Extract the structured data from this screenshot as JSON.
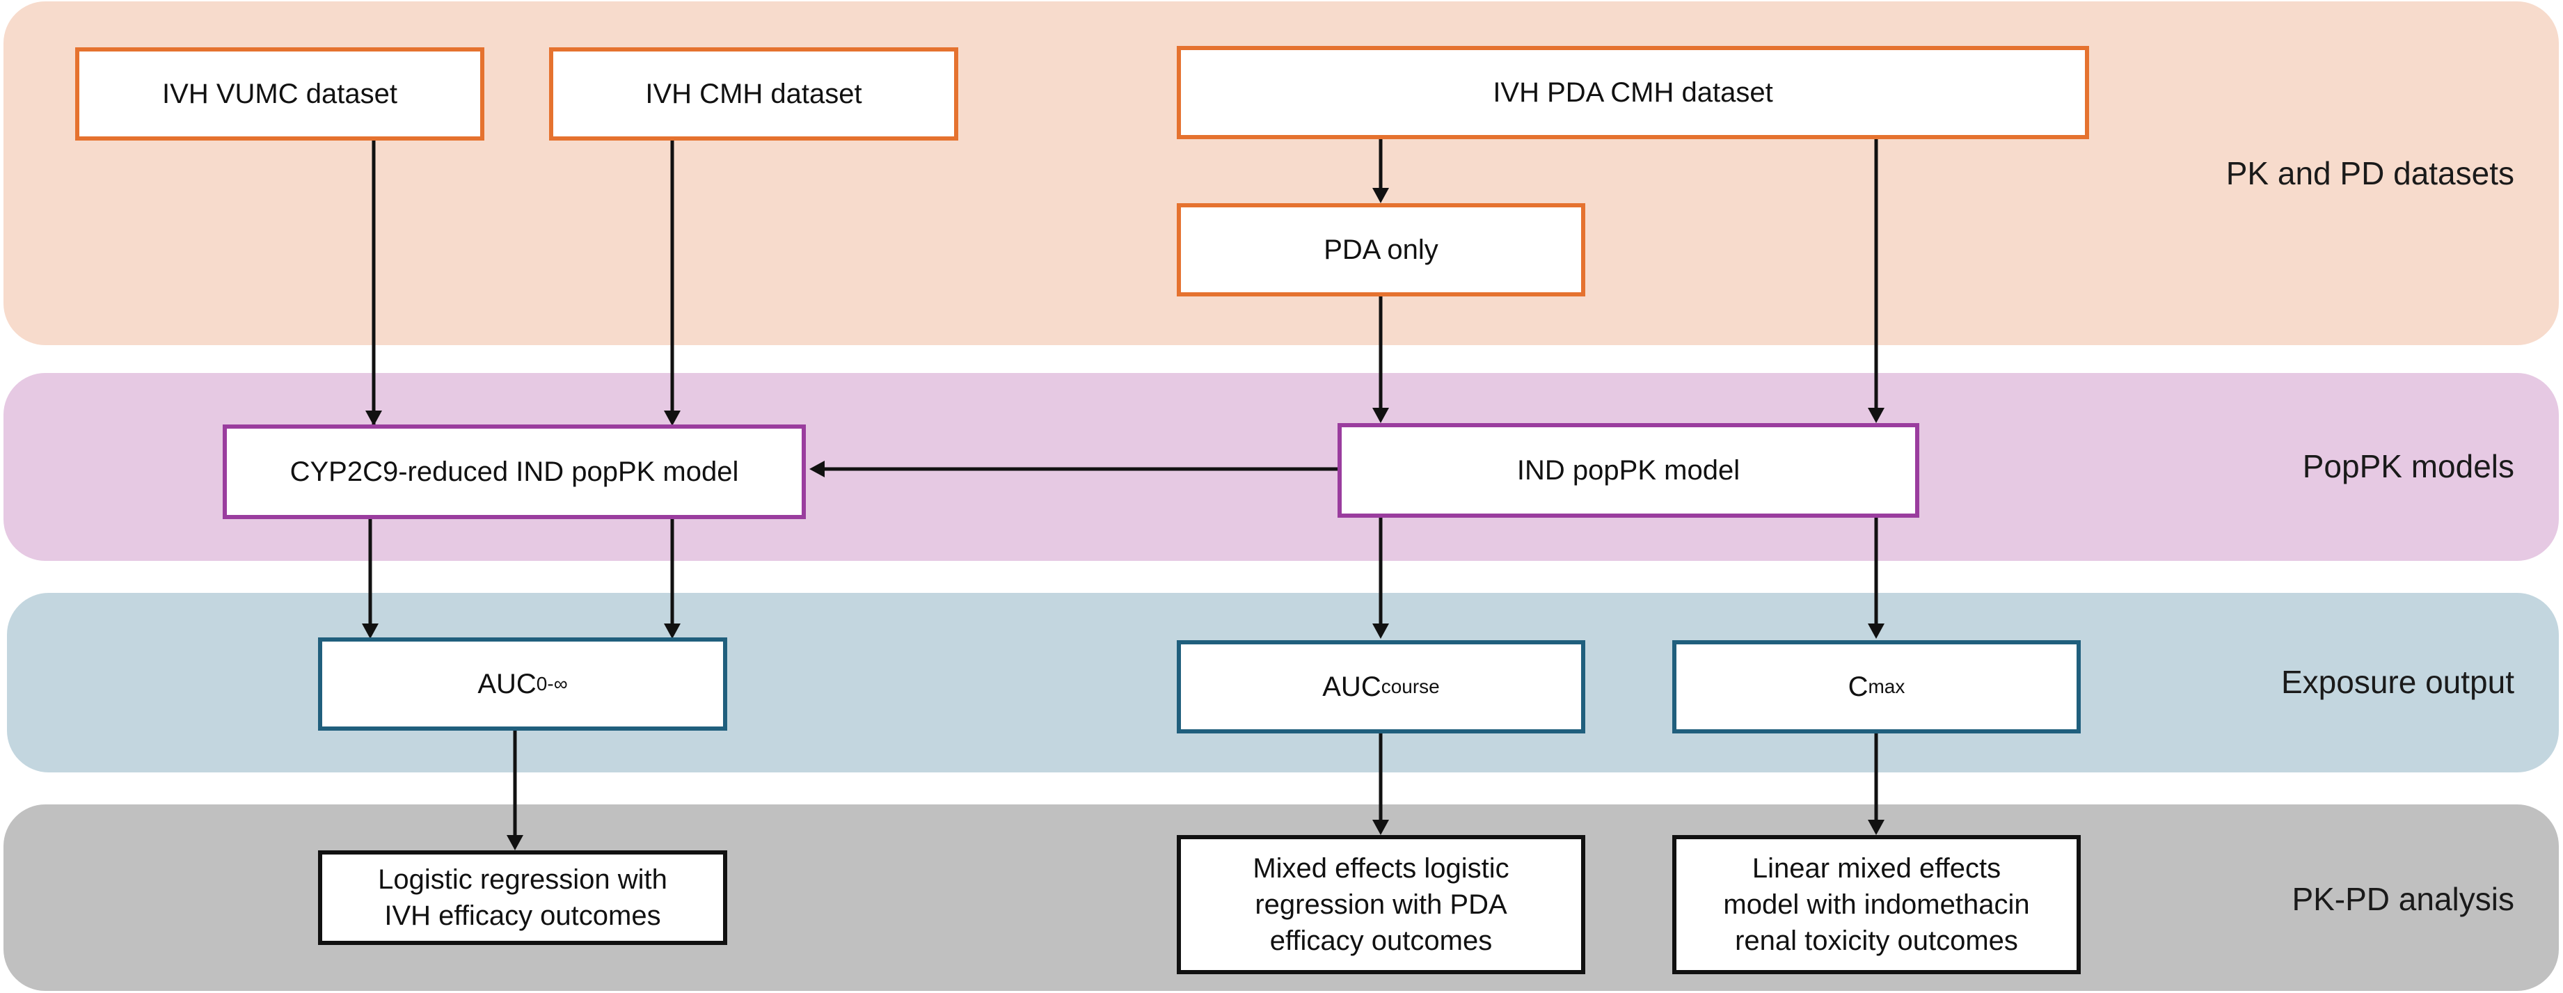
{
  "bands": {
    "datasets": {
      "label": "PK and PD datasets",
      "color": "#f7dbcc"
    },
    "popk": {
      "label": "PopPK models",
      "color": "#e6c9e3"
    },
    "exposure": {
      "label": "Exposure output",
      "color": "#c3d6df"
    },
    "pkpd": {
      "label": "PK-PD analysis",
      "color": "#c0c0c0"
    }
  },
  "boxes": {
    "ivh_vumc": "IVH VUMC dataset",
    "ivh_cmh": "IVH CMH dataset",
    "ivh_pda_cmh": "IVH PDA CMH dataset",
    "pda_only": "PDA only",
    "cyp2c9_model": "CYP2C9-reduced IND popPK model",
    "ind_model": "IND popPK model",
    "auc_inf": {
      "base": "AUC",
      "sub": "0-∞"
    },
    "auc_course": {
      "base": "AUC",
      "sub": "course"
    },
    "cmax": {
      "base": "C",
      "sub": "max"
    },
    "logistic": {
      "line1": "Logistic regression with",
      "line2": "IVH efficacy outcomes"
    },
    "mixed_logistic": {
      "line1": "Mixed effects logistic",
      "line2": "regression with PDA",
      "line3": "efficacy outcomes"
    },
    "linear_mixed": {
      "line1": "Linear mixed effects",
      "line2": "model with indomethacin",
      "line3": "renal toxicity outcomes"
    }
  },
  "colors": {
    "orange": "#e5722f",
    "purple": "#9a3d9e",
    "teal": "#205f7d",
    "black": "#111111"
  }
}
